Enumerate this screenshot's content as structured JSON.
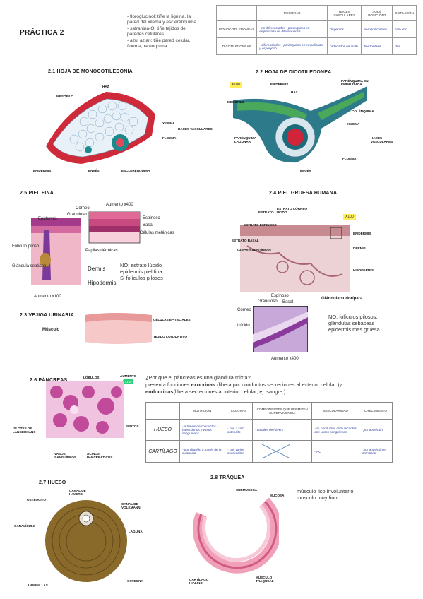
{
  "title": "PRÁCTICA 2",
  "notes": [
    "- floroglucinol: tiñe la lignina, la",
    "pared del xilema y esclerénquima",
    "- safranina-O: tiñe tejidos de",
    "paredes celulares",
    "- azul azian: tiñe pared celular,",
    "floema,parenquima..."
  ],
  "table1": {
    "headers": [
      "",
      "MESÓFILO",
      "HACES VASCULARES",
      "¿QUÉ POSICIÓN?",
      "COTILEDÓN"
    ],
    "rows": [
      [
        "MONOCOTILEDÓNEAS",
        "- no diferenciados - parénquima en empalizada no diferenciados",
        "dispersos",
        "perpendiculares",
        "solo uno"
      ],
      [
        "DICOTILEDÓNEAS",
        "- diferenciados - parénquima en empalizada y esponjoso",
        "ordenados en anillo",
        "horizontales",
        "dos"
      ]
    ]
  },
  "s21": {
    "title": "2.1 HOJA DE MONOCOTILEDONIA",
    "labels": {
      "haz": "HAZ",
      "mesofilo": "MESÓFILO",
      "xilema": "XILEMA",
      "haces": "HACES VASCULARES",
      "floema": "FLOEMA",
      "epidermis": "EPIDERMIS",
      "enves": "ENVÉS",
      "esclerenquima": "ESCLERÉNQUIMA"
    }
  },
  "s22": {
    "title": "2.2 HOJA DE DICOTILEDONEA",
    "zoom": "X100",
    "labels": {
      "epidermis": "EPIDERMIS",
      "haz": "HAZ",
      "parenquima_emp": "PARÉNQUIMA EN EMPALIZADA",
      "mesofilo": "MESÓFILO",
      "colenquima": "COLÉNQUIMA",
      "xilema": "XILEMA",
      "haces": "HACES VASCULARES",
      "parenquima_lag": "PARÉNQUIMA LAGUNAR",
      "floema": "FLOEMA",
      "enves": "ENVÉS"
    }
  },
  "s25": {
    "title": "2.5 PIEL FINA",
    "zoom": "Aumento x400",
    "zoom_bottom": "Aumento x100",
    "labels": {
      "corneo": "Córneo",
      "granuloso": "Granuloso",
      "espinoso": "Espinoso",
      "basal": "Basal",
      "epidermis": "Epidermis",
      "celulas": "Células melánicas",
      "foliculo": "Folículo piloso",
      "papilas": "Papilas dérmicas",
      "glandula": "Glándula sebácea",
      "dermis": "Dermis",
      "hipodermis": "Hipodermis"
    },
    "notes": [
      "NO: estrato lúcido",
      "epidermis piel fina",
      "Si folículos pilosos"
    ]
  },
  "s24": {
    "title": "2.4 PIEL GRUESA HUMANA",
    "zoom": "X100",
    "zoom_bottom": "Aumento x400",
    "labels": {
      "estrato_lucido": "ESTRATO LÚCIDO",
      "estrato_corneo": "ESTRATO CÓRNEO",
      "estrato_espinoso": "ESTRATO ESPINOSO",
      "estrato_basal": "ESTRATO BASAL",
      "vasos": "VASOS SANGUÍNEOS",
      "epidermis": "EPIDERMIS",
      "dermis": "DERMIS",
      "hipodermis": "HIPODERMIS",
      "glandula": "Glándula sudorípara",
      "espinoso": "Espinoso",
      "basal": "Basal",
      "granuloso": "Granuloso",
      "corneo": "Córneo",
      "lucido": "Lúcido"
    },
    "notes": [
      "NO: folículos pilosos,",
      "glándulas sebáceas",
      "epidermis mas gruesa"
    ]
  },
  "s23": {
    "title": "2.3 VEJIGA URINARIA",
    "labels": {
      "musculo": "Músculo",
      "celulas": "CÉLULAS EPITELIALES",
      "tejido": "TEJIDO CONJUNTIVO"
    }
  },
  "s26": {
    "title": "2.6 PÁNCREAS",
    "zoom": "X100",
    "zoom_top": "AUMENTO",
    "labels": {
      "lobulos": "LÓBULOS",
      "islotes": "ISLOTES DE LANGERHANS",
      "septos": "SEPTOS",
      "vasos": "VASOS SANGUÍNEOS",
      "acinos": "ACINOS PANCREÁTICOS"
    },
    "question": "¿Por que el páncreas es una glándula mixta?",
    "answer1_pre": "presenta funciones ",
    "answer1_bold": "exocrinas",
    "answer1_post": " (libera por conductos secreciones al exterior celular )y",
    "answer2_bold": "endocrinas",
    "answer2_post": "(libera secreciones al interior celular, ej: sangre )"
  },
  "table2": {
    "headers": [
      "",
      "NUTRICIÓN",
      "LAGUNAS",
      "COMPONENTES QUE PERMITEN SUPERVIVENCIA",
      "VASCULARIDAD",
      "CRECIMIENTO"
    ],
    "rows": [
      [
        "HUESO",
        "- a través de conductos - haversianos y vasos sanguíneos",
        "- con 1 solo osteocito",
        "- canales de havers",
        "- sí, conductos comunicantes con vasos sanguíneos",
        "- por aposición"
      ],
      [
        "CARTÍLAGO",
        "- por difusión a través de la sustancia",
        "- con varios condrocitos",
        "",
        "- NO",
        "- por aposición e intersticial"
      ]
    ]
  },
  "s27": {
    "title": "2.7 HUESO",
    "labels": {
      "canal_havers": "CANAL DE HAVERS",
      "osteocito": "OSTEOCITO",
      "canal_volk": "CANAL DE VOLKMANN",
      "canaliculo": "CANALÍCULO",
      "laguna": "LAGUNA",
      "laminillas": "LAMINILLAS",
      "osteona": "OSTEONA"
    }
  },
  "s28": {
    "title": "2.8 TRÁQUEA",
    "labels": {
      "submucosa": "SUBMUCOSA",
      "mucosa": "MUCOSA",
      "cartilago": "CARTÍLAGO HIALINO",
      "musculo": "MÚSCULO TRAQUEAL"
    },
    "notes": [
      "músculo liso involuntario",
      "musculo muy fino"
    ]
  }
}
